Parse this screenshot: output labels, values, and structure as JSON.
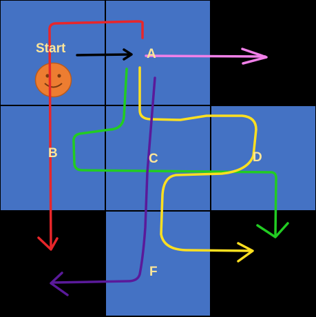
{
  "grid": {
    "rows": 3,
    "cols": 3,
    "open_cells": [
      [
        0,
        0
      ],
      [
        0,
        1
      ],
      [
        1,
        0
      ],
      [
        1,
        1
      ],
      [
        1,
        2
      ],
      [
        2,
        1
      ]
    ],
    "open_color": "#4472C4",
    "wall_color": "#000000"
  },
  "labels": {
    "start": "Start",
    "a": "A",
    "b": "B",
    "c": "C",
    "d": "D",
    "f": "F",
    "label_color": "#FFE699"
  },
  "agent": {
    "icon": "smiley-face-icon",
    "color": "#ED7D31"
  },
  "paths": [
    {
      "name_icon": "red-path-arrow-icon",
      "color": "#E8262A"
    },
    {
      "name_icon": "black-arrow-icon",
      "color": "#000000"
    },
    {
      "name_icon": "pink-arrow-icon",
      "color": "#F080E8"
    },
    {
      "name_icon": "green-path-arrow-icon",
      "color": "#22CC22"
    },
    {
      "name_icon": "yellow-path-arrow-icon",
      "color": "#FFE020"
    },
    {
      "name_icon": "purple-path-arrow-icon",
      "color": "#5A1A9A"
    }
  ]
}
